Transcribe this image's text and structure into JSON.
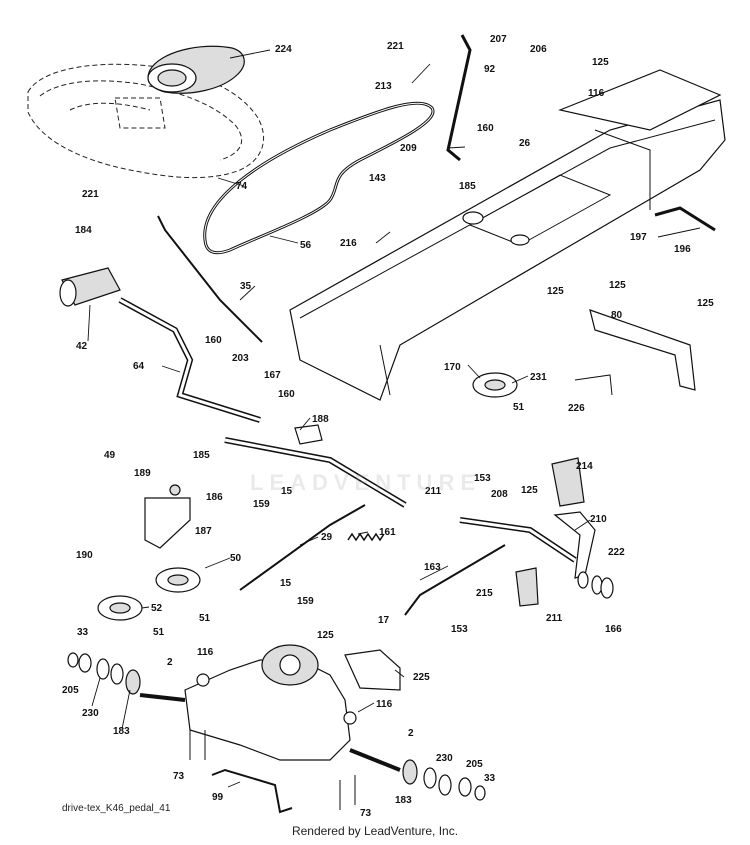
{
  "diagram_label": "drive-tex_K46_pedal_41",
  "credit": "Rendered by LeadVenture, Inc.",
  "watermark": "LEADVENTURE",
  "callouts": [
    "224",
    "221",
    "213",
    "207",
    "206",
    "125",
    "92",
    "116",
    "160",
    "26",
    "209",
    "185",
    "74",
    "143",
    "221",
    "184",
    "216",
    "56",
    "197",
    "196",
    "35",
    "42",
    "125",
    "125",
    "80",
    "125",
    "64",
    "160",
    "203",
    "167",
    "160",
    "170",
    "231",
    "51",
    "226",
    "188",
    "49",
    "185",
    "189",
    "186",
    "159",
    "15",
    "214",
    "211",
    "153",
    "208",
    "125",
    "187",
    "161",
    "29",
    "210",
    "190",
    "50",
    "222",
    "52",
    "15",
    "159",
    "163",
    "215",
    "211",
    "51",
    "166",
    "17",
    "153",
    "33",
    "51",
    "125",
    "2",
    "116",
    "225",
    "205",
    "230",
    "183",
    "116",
    "2",
    "73",
    "230",
    "205",
    "33",
    "99",
    "183",
    "73"
  ]
}
